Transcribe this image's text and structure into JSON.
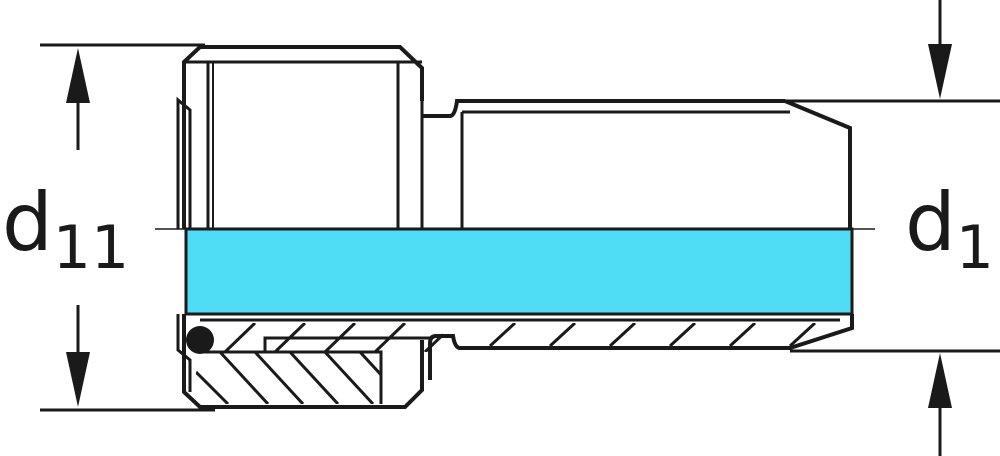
{
  "labels": {
    "d11_main": "d",
    "d11_sub": "11",
    "d1_main": "d",
    "d1_sub": "1"
  },
  "colors": {
    "line": "#1a1a1a",
    "bore_fill": "#4fdcf5",
    "background": "#ffffff"
  }
}
